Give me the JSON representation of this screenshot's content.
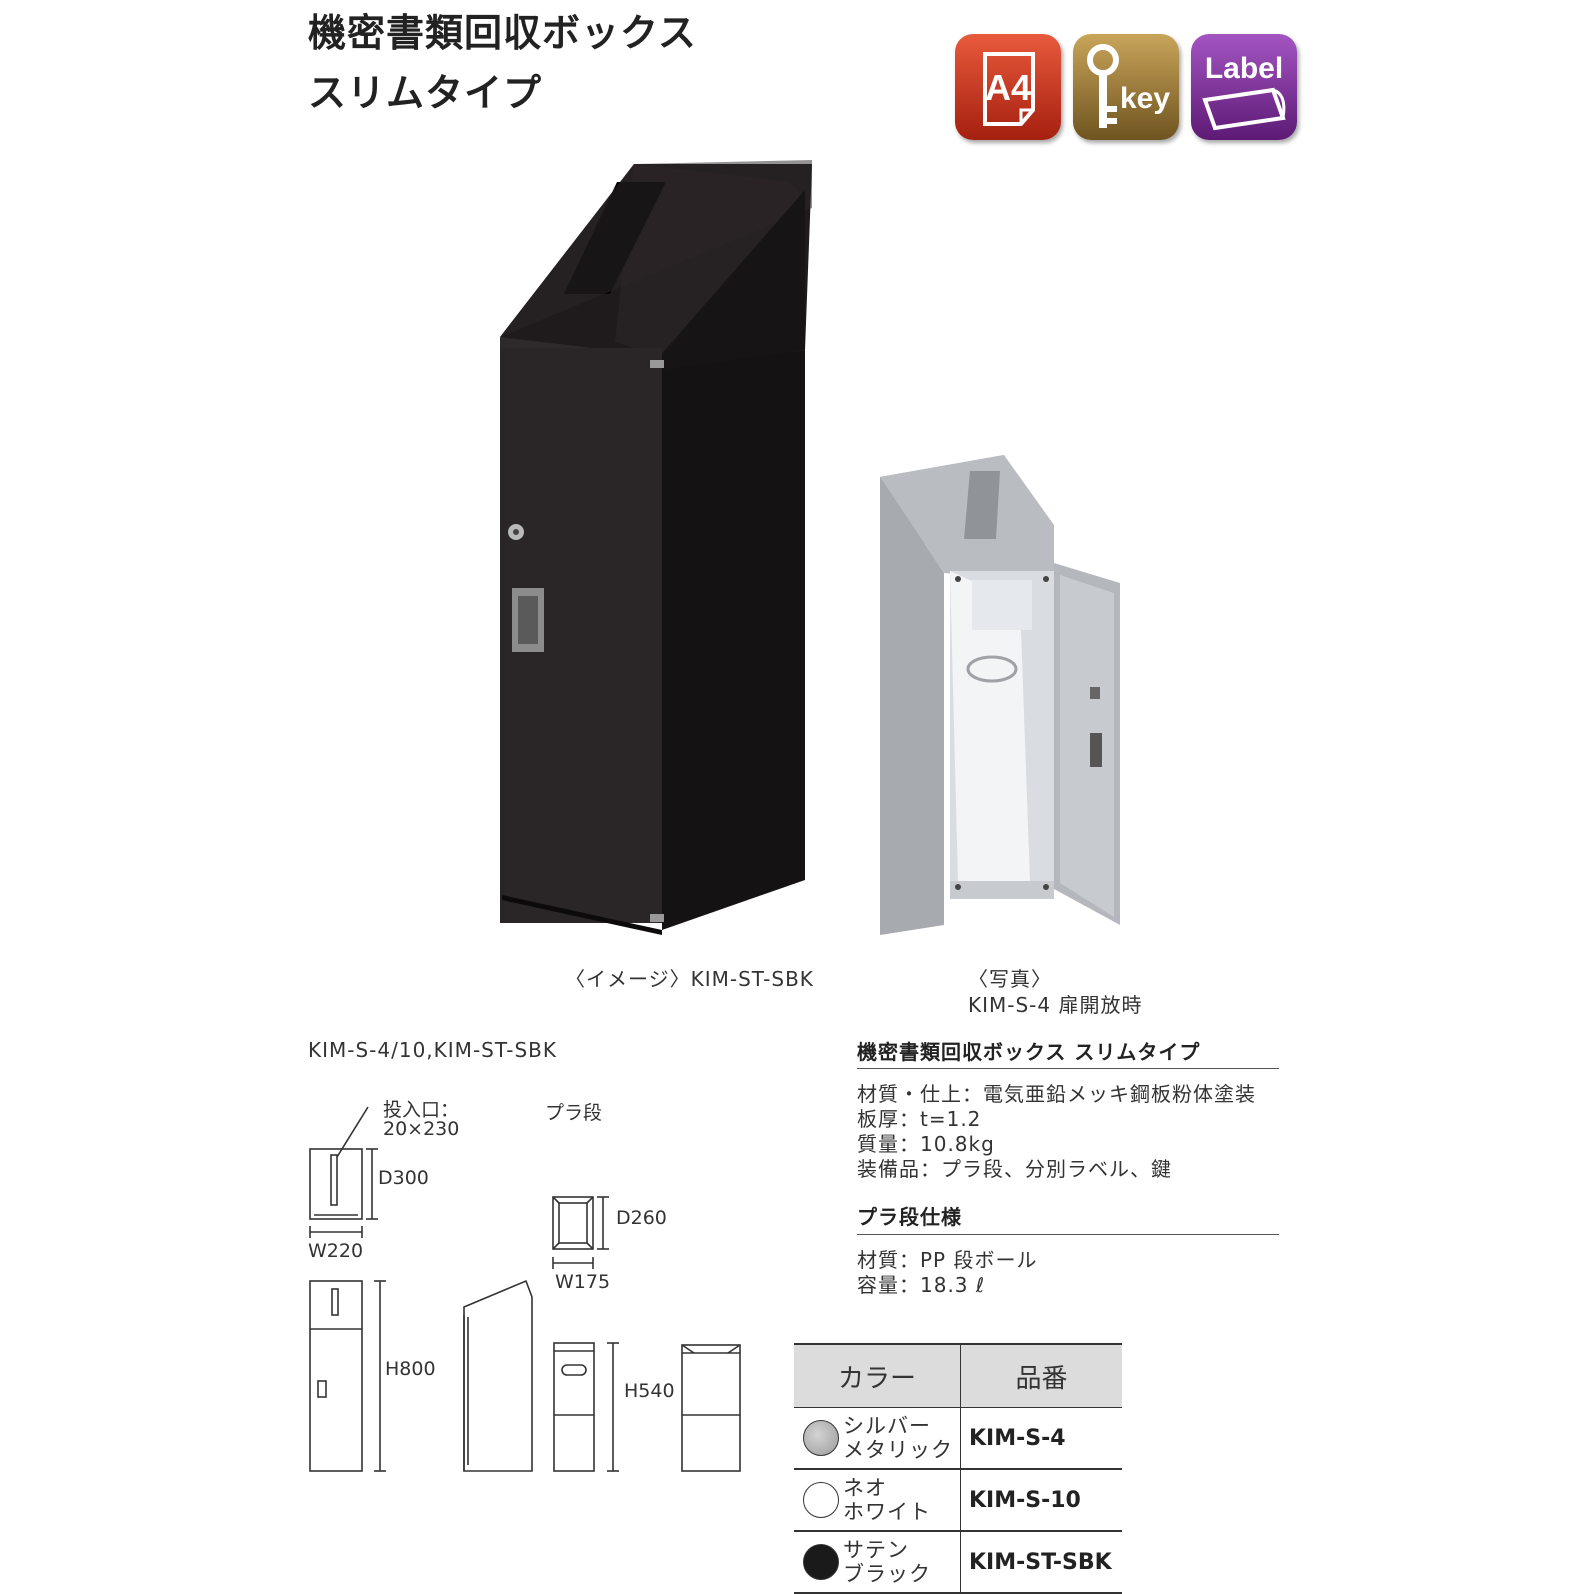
{
  "title": {
    "line1": "機密書類回収ボックス",
    "line2": "スリムタイプ"
  },
  "badges": [
    {
      "name": "a4-badge",
      "label": "A4",
      "color": "#c8321f"
    },
    {
      "name": "key-badge",
      "label": "key",
      "color": "#9a7a2e"
    },
    {
      "name": "label-badge",
      "label": "Label",
      "color": "#7b2e93"
    }
  ],
  "captions": {
    "image": "〈イメージ〉KIM-ST-SBK",
    "photo_line1": "〈写真〉",
    "photo_line2": "KIM-S-4 扉開放時"
  },
  "drawing": {
    "models": "KIM-S-4/10,KIM-ST-SBK",
    "slot_label_line1": "投入口：",
    "slot_label_line2": "20×230",
    "pla_label": "プラ段",
    "d300": "D300",
    "w220": "W220",
    "h800": "H800",
    "d260": "D260",
    "w175": "W175",
    "h540": "H540"
  },
  "specs": {
    "heading": "機密書類回収ボックス スリムタイプ",
    "lines": [
      "材質・仕上：電気亜鉛メッキ鋼板粉体塗装",
      "板厚：t=1.2",
      "質量：10.8kg",
      "装備品：プラ段、分別ラベル、鍵"
    ],
    "pla_heading": "プラ段仕様",
    "pla_lines": [
      "材質：PP 段ボール",
      "容量：18.3 ℓ"
    ]
  },
  "color_table": {
    "headers": [
      "カラー",
      "品番"
    ],
    "rows": [
      {
        "color_line1": "シルバー",
        "color_line2": "メタリック",
        "swatch": "#b5b5b5",
        "part": "KIM-S-4"
      },
      {
        "color_line1": "ネオ",
        "color_line2": "ホワイト",
        "swatch": "#ffffff",
        "part": "KIM-S-10"
      },
      {
        "color_line1": "サテン",
        "color_line2": "ブラック",
        "swatch": "#1a1a1a",
        "part": "KIM-ST-SBK"
      }
    ]
  }
}
